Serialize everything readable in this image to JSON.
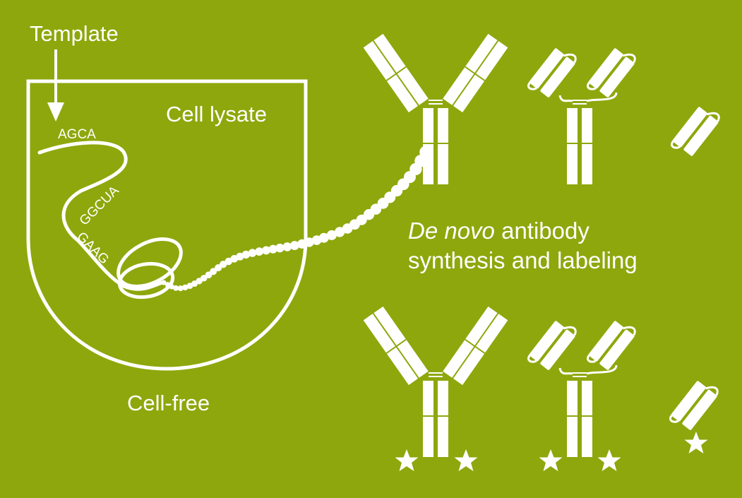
{
  "diagram": {
    "background_color": "#8ea70c",
    "foreground_color": "#ffffff",
    "labels": {
      "template": "Template",
      "cell_lysate": "Cell lysate",
      "cell_free": "Cell-free",
      "caption_italic": "De novo",
      "caption_rest_line1": " antibody",
      "caption_line2": "synthesis and labeling"
    },
    "mrna_sequences": [
      "AGCA",
      "GGCUA",
      "GAAG"
    ],
    "antibody_formats": [
      {
        "name": "IgG",
        "row": "unlabeled"
      },
      {
        "name": "scFv-Fc",
        "row": "unlabeled"
      },
      {
        "name": "scFv",
        "row": "unlabeled"
      },
      {
        "name": "IgG",
        "row": "labeled"
      },
      {
        "name": "scFv-Fc",
        "row": "labeled"
      },
      {
        "name": "scFv",
        "row": "labeled"
      }
    ],
    "label_marker_icon": "star-icon"
  }
}
